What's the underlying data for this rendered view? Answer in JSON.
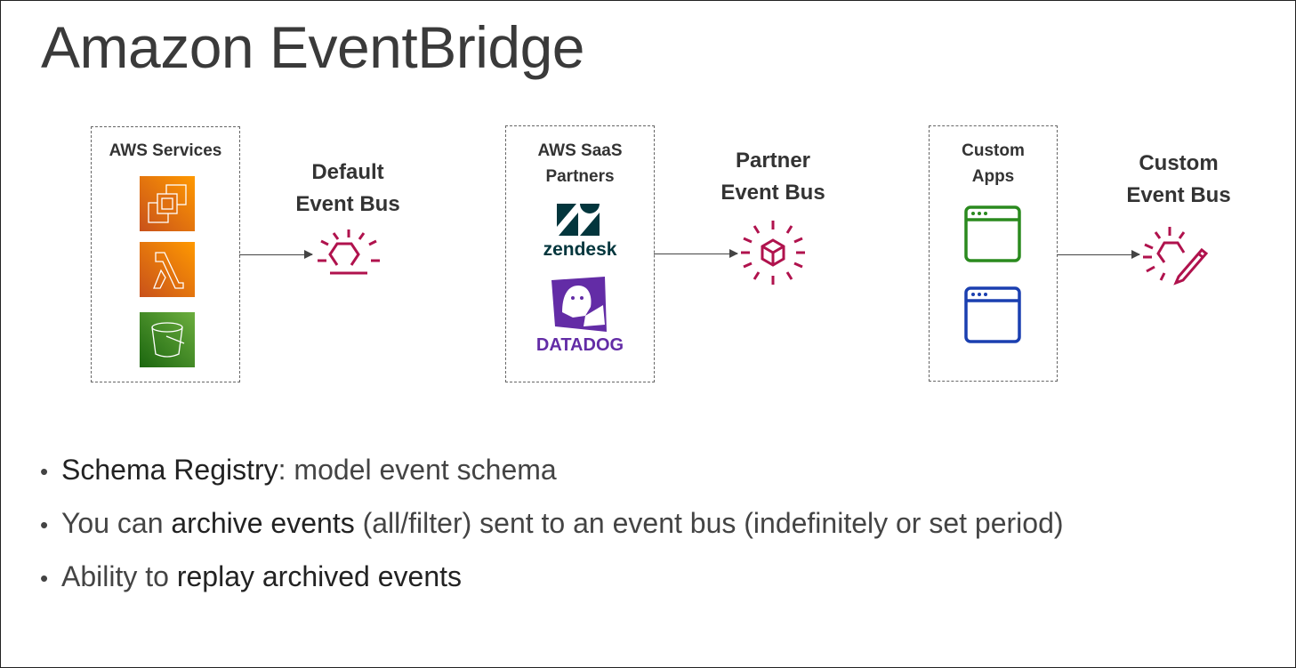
{
  "title": "Amazon EventBridge",
  "sources": [
    {
      "label": "AWS Services",
      "items": [
        "ec2-icon",
        "lambda-icon",
        "s3-bucket-icon"
      ]
    },
    {
      "label_line1": "AWS SaaS",
      "label_line2": "Partners",
      "zendesk": "zendesk",
      "datadog": "DATADOG"
    },
    {
      "label_line1": "Custom",
      "label_line2": "Apps"
    }
  ],
  "buses": [
    {
      "line1": "Default",
      "line2": "Event Bus"
    },
    {
      "line1": "Partner",
      "line2": "Event Bus"
    },
    {
      "line1": "Custom",
      "line2": "Event Bus"
    }
  ],
  "colors": {
    "orange": "#e8760f",
    "green": "#3a8a2a",
    "bus": "#b0124d",
    "app_green": "#2a8a1e",
    "app_blue": "#1a3fb0",
    "datadog": "#632ca6"
  },
  "bullets": [
    {
      "bold": "Schema Registry",
      "rest": ": model event schema"
    },
    {
      "pre": "You can ",
      "bold": "archive events",
      "rest": " (all/filter) sent to an event bus (indefinitely or set period)"
    },
    {
      "pre": "Ability to ",
      "bold": "replay archived events"
    }
  ]
}
